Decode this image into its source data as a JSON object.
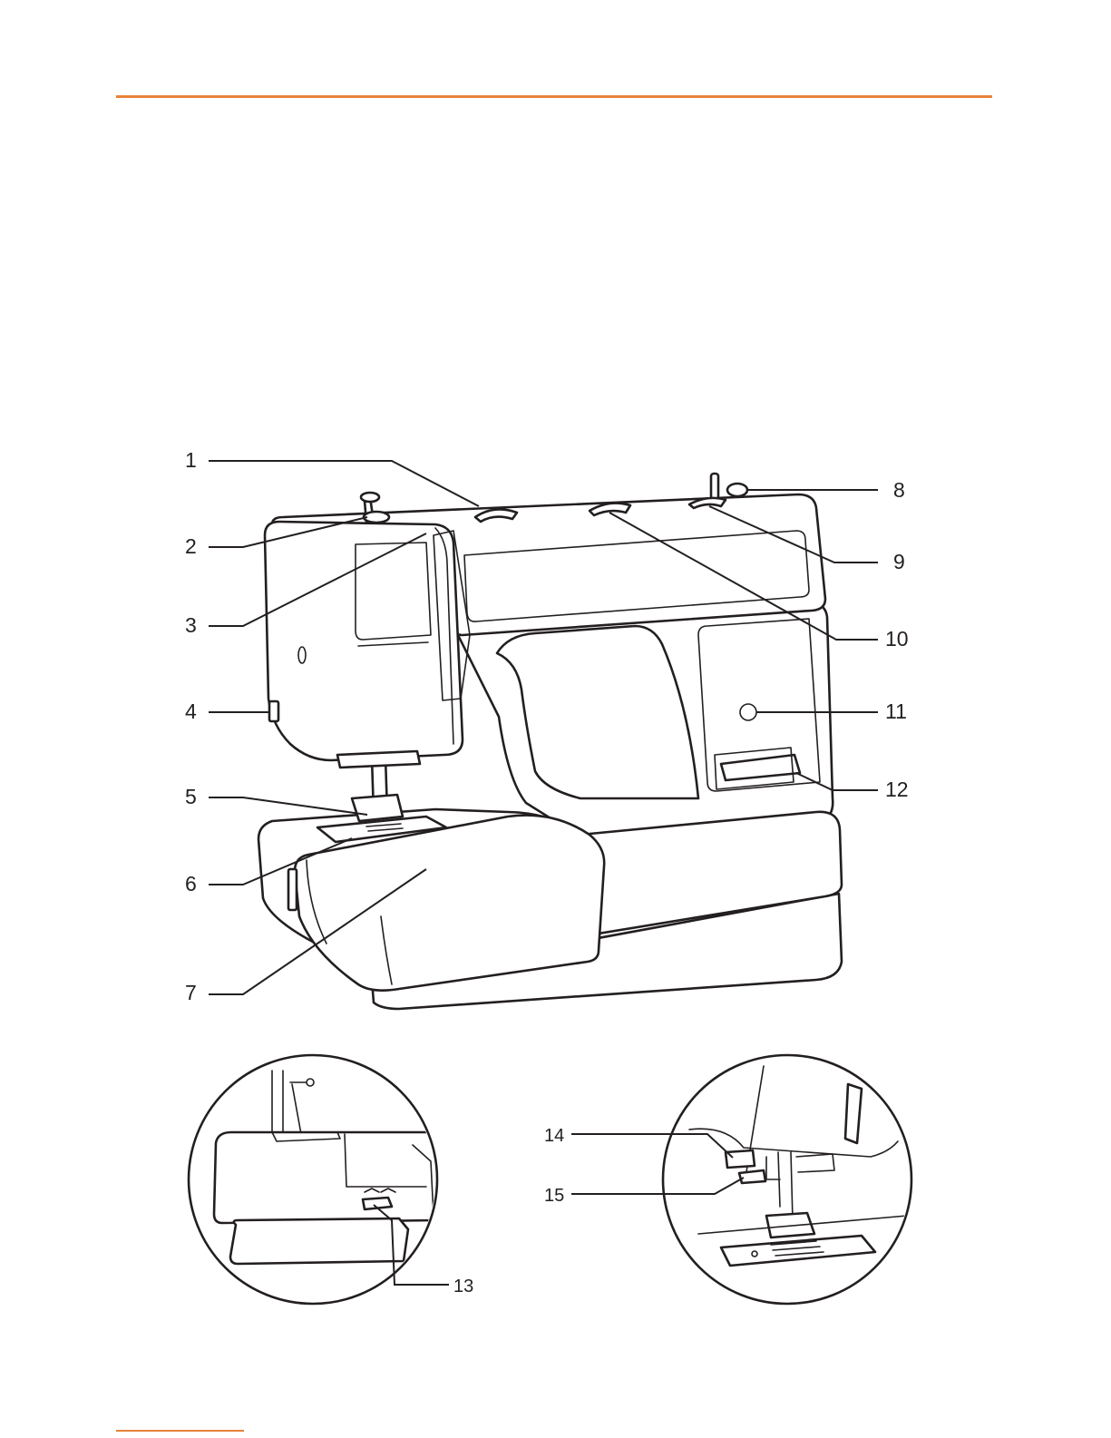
{
  "colors": {
    "accent_rule": "#e8833a",
    "ink": "#231f20"
  },
  "callouts": {
    "c1": "1",
    "c2": "2",
    "c3": "3",
    "c4": "4",
    "c5": "5",
    "c6": "6",
    "c7": "7",
    "c8": "8",
    "c9": "9",
    "c10": "10",
    "c11": "11",
    "c12": "12",
    "c13": "13",
    "c14": "14",
    "c15": "15"
  }
}
